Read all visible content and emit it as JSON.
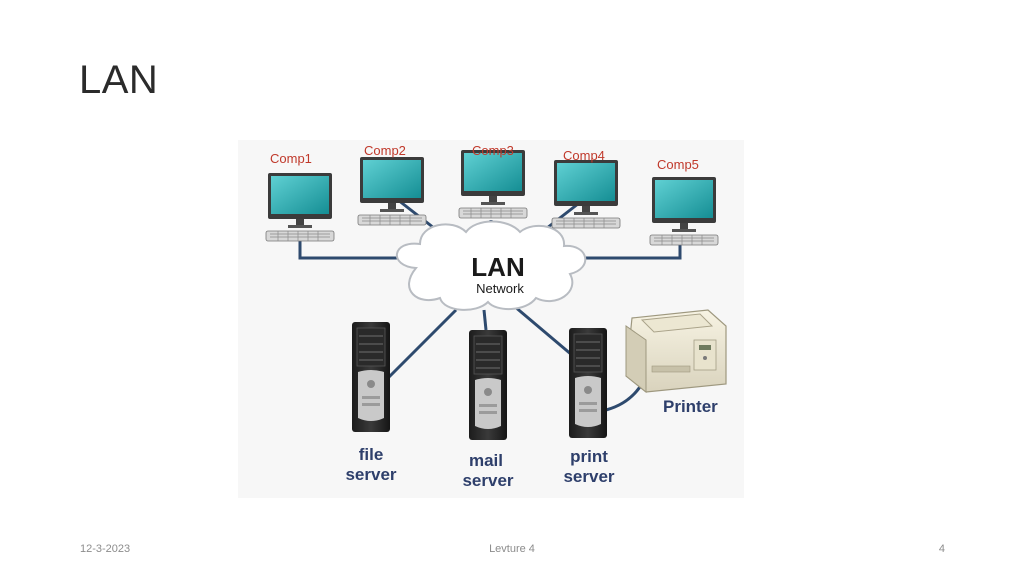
{
  "slide": {
    "title": "LAN"
  },
  "diagram": {
    "network": {
      "title": "LAN",
      "subtitle": "Network"
    },
    "computers": [
      "Comp1",
      "Comp2",
      "Comp3",
      "Comp4",
      "Comp5"
    ],
    "servers": [
      {
        "line1": "file",
        "line2": "server"
      },
      {
        "line1": "mail",
        "line2": "server"
      },
      {
        "line1": "print",
        "line2": "server"
      }
    ],
    "printer": "Printer",
    "colors": {
      "computer_label": "#c0392b",
      "server_label": "#2e3f6b",
      "link": "#2e4a6e",
      "screen": "#1fa3a8"
    }
  },
  "footer": {
    "date": "12-3-2023",
    "center": "Levture 4",
    "page": "4"
  }
}
